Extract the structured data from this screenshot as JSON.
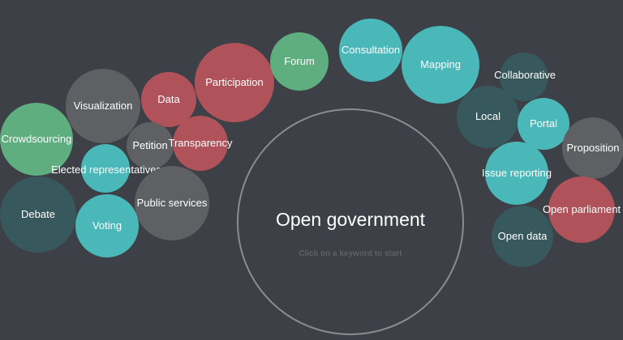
{
  "center": {
    "title": "Open government",
    "hint": "Click on a keyword to start"
  },
  "colors": {
    "background": "#3d4046",
    "green": "#5fae80",
    "red": "#b0525a",
    "teal": "#4ab8b8",
    "dark_teal": "#37585c",
    "gray": "#5e6064"
  },
  "keywords": [
    "Crowdsourcing",
    "Visualization",
    "Data",
    "Participation",
    "Forum",
    "Consultation",
    "Mapping",
    "Collaborative",
    "Local",
    "Portal",
    "Proposition",
    "Petition",
    "Transparency",
    "Elected representatives",
    "Public services",
    "Debate",
    "Voting",
    "Issue reporting",
    "Open parliament",
    "Open data"
  ]
}
